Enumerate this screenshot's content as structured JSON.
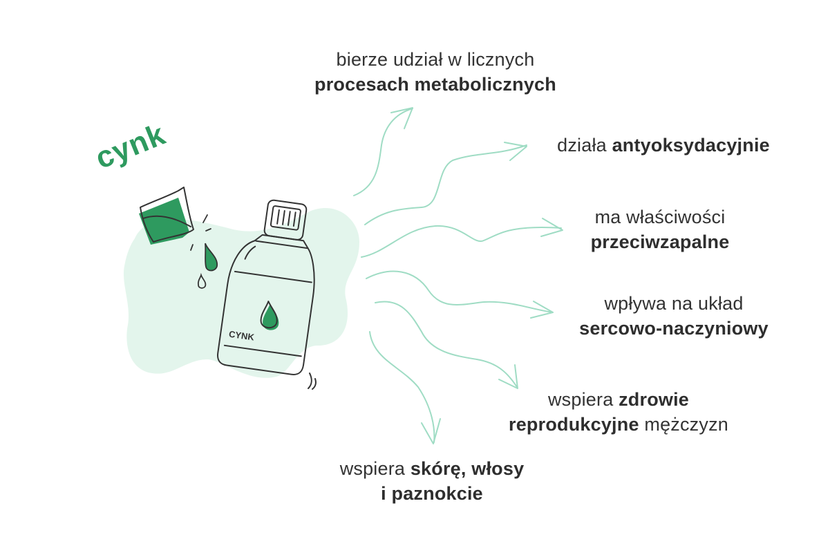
{
  "title": "cynk",
  "bottle_label": "CYNK",
  "colors": {
    "accent_green": "#2e9a5f",
    "blob_light_green": "#e3f5ec",
    "arrow_green": "#9fdcc4",
    "line_dark": "#333333",
    "text": "#333333"
  },
  "benefits": [
    {
      "id": "metabolic",
      "line1": "bierze udział w licznych",
      "line1_bold": "",
      "line2": "",
      "line2_bold": "procesach metabolicznych",
      "line2_tail": ""
    },
    {
      "id": "antioxidant",
      "line1": "działa ",
      "line1_bold": "antyoksydacyjnie"
    },
    {
      "id": "anti-inflammatory",
      "line1": "ma właściwości",
      "line2_bold": "przeciwzapalne"
    },
    {
      "id": "cardiovascular",
      "line1": "wpływa na układ",
      "line2_bold": "sercowo-naczyniowy"
    },
    {
      "id": "reproductive",
      "line1": "wspiera ",
      "line1_bold": "zdrowie",
      "line2_bold": "reprodukcyjne",
      "line2_tail": " mężczyzn"
    },
    {
      "id": "skin-hair-nails",
      "line1": "wspiera ",
      "line1_bold": "skórę, włosy",
      "line2_bold": "i paznokcie"
    }
  ]
}
